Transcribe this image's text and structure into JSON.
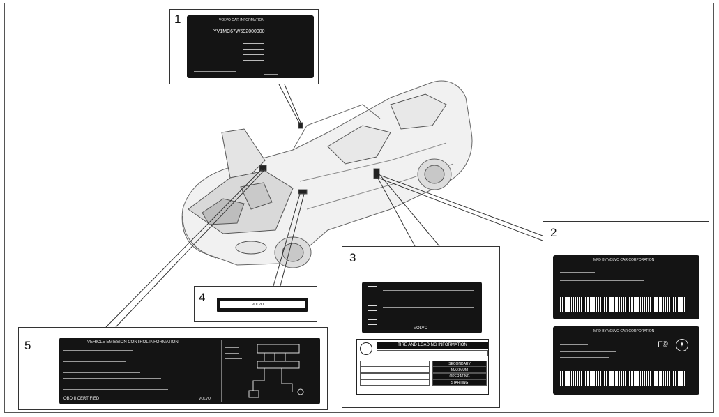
{
  "callouts": [
    "1",
    "2",
    "3",
    "4",
    "5"
  ],
  "label1": {
    "title": "VOLVO CAR INFORMATION",
    "vin": "YV1MC67W692000000"
  },
  "label2": {
    "top_title": "MFD BY VOLVO CAR CORPORATION",
    "bottom_title": "MFD BY VOLVO CAR CORPORATION"
  },
  "label3": {
    "tyre_title": "TIRE AND LOADING INFORMATION",
    "brand": "VOLVO",
    "rows": [
      "SECONDARY",
      "MAXIMUM",
      "OPERATING",
      "STARTING"
    ]
  },
  "label4": {
    "text": "VOLVO"
  },
  "label5": {
    "title": "VEHICLE EMISSION CONTROL INFORMATION",
    "footer_left": "OBD II CERTIFIED",
    "footer_right": "VOLVO"
  },
  "colors": {
    "label_bg": "#141414",
    "line": "#333333"
  }
}
